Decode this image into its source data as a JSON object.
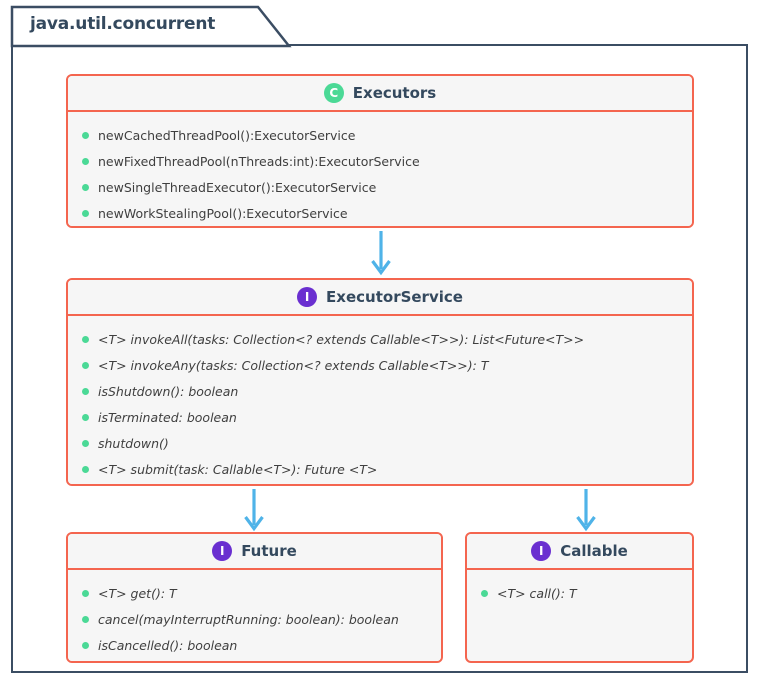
{
  "diagram": {
    "package_name": "java.util.concurrent",
    "colors": {
      "frame": "#3b4d63",
      "box_border": "#f4654f",
      "box_fill": "#f6f6f6",
      "class_badge": "#4bd996",
      "interface_badge": "#6a2fd0",
      "bullet": "#4bd996",
      "arrow": "#4fb3e8",
      "title_text": "#34495e",
      "member_text": "#3f3f3f"
    },
    "badges": {
      "class": "C",
      "interface": "I"
    },
    "classes": [
      {
        "id": "executors",
        "name": "Executors",
        "stereotype": "class",
        "badge": "C",
        "italic_members": false,
        "members": [
          "newCachedThreadPool():ExecutorService",
          "newFixedThreadPool(nThreads:int):ExecutorService",
          "newSingleThreadExecutor():ExecutorService",
          "newWorkStealingPool():ExecutorService"
        ]
      },
      {
        "id": "executorservice",
        "name": "ExecutorService",
        "stereotype": "interface",
        "badge": "I",
        "italic_members": true,
        "members": [
          "<T> invokeAll(tasks: Collection<? extends Callable<T>>): List<Future<T>>",
          "<T> invokeAny(tasks: Collection<? extends Callable<T>>): T",
          "isShutdown(): boolean",
          "isTerminated: boolean",
          "shutdown()",
          "<T> submit(task: Callable<T>): Future <T>"
        ]
      },
      {
        "id": "future",
        "name": "Future",
        "stereotype": "interface",
        "badge": "I",
        "italic_members": true,
        "members": [
          "<T> get(): T",
          "cancel(mayInterruptRunning: boolean): boolean",
          "isCancelled(): boolean"
        ]
      },
      {
        "id": "callable",
        "name": "Callable",
        "stereotype": "interface",
        "badge": "I",
        "italic_members": true,
        "members": [
          "<T> call(): T"
        ]
      }
    ],
    "arrows": [
      {
        "id": "executors-to-executorservice",
        "from": "Executors",
        "to": "ExecutorService"
      },
      {
        "id": "executorservice-to-future",
        "from": "ExecutorService",
        "to": "Future"
      },
      {
        "id": "executorservice-to-callable",
        "from": "ExecutorService",
        "to": "Callable"
      }
    ]
  }
}
